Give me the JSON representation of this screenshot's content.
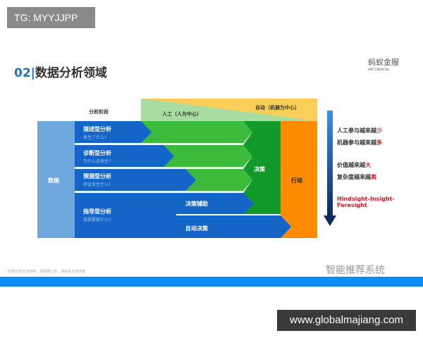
{
  "tag": "TG: MYYJJPP",
  "title": {
    "num": "02",
    "sep": "|",
    "text": "数据分析领域"
  },
  "logo": {
    "cn": "蚂蚁金服",
    "en": "ANT FINANCIAL"
  },
  "diagram": {
    "stage_label": "分析阶段",
    "manual": "人工（人为中心）",
    "auto": "自动（机器为中心）",
    "data": "数据",
    "decision": "决策",
    "action": "行动",
    "rows": [
      {
        "title": "描述型分析",
        "sub": "发生了什么?"
      },
      {
        "title": "诊断型分析",
        "sub": "为什么会发生?"
      },
      {
        "title": "预测型分析",
        "sub": "将会发生什么?"
      },
      {
        "title": "指导型分析",
        "sub": "我需要做什么?"
      }
    ],
    "support": "决策辅助",
    "autodecide": "自动决策"
  },
  "right": [
    {
      "pre": "人工参与越来越",
      "hl": "少"
    },
    {
      "pre": "机器参与越来越",
      "hl": "多"
    },
    {
      "pre": "价值越来越",
      "hl": "大"
    },
    {
      "pre": "复杂度越来越",
      "hl": "高"
    }
  ],
  "hindsight": "Hindsight-Insight-Foresight",
  "note": "* 仅限内部交流使用，如需要公开，请联系文档作者",
  "watermark": "智能推荐系统",
  "site": "www.globalmajiang.com",
  "colors": {
    "blue": "#1565c8",
    "green": "#3cba3c",
    "darkgreen": "#119a2a",
    "orange": "#ff8c00",
    "red": "#d0181e"
  }
}
